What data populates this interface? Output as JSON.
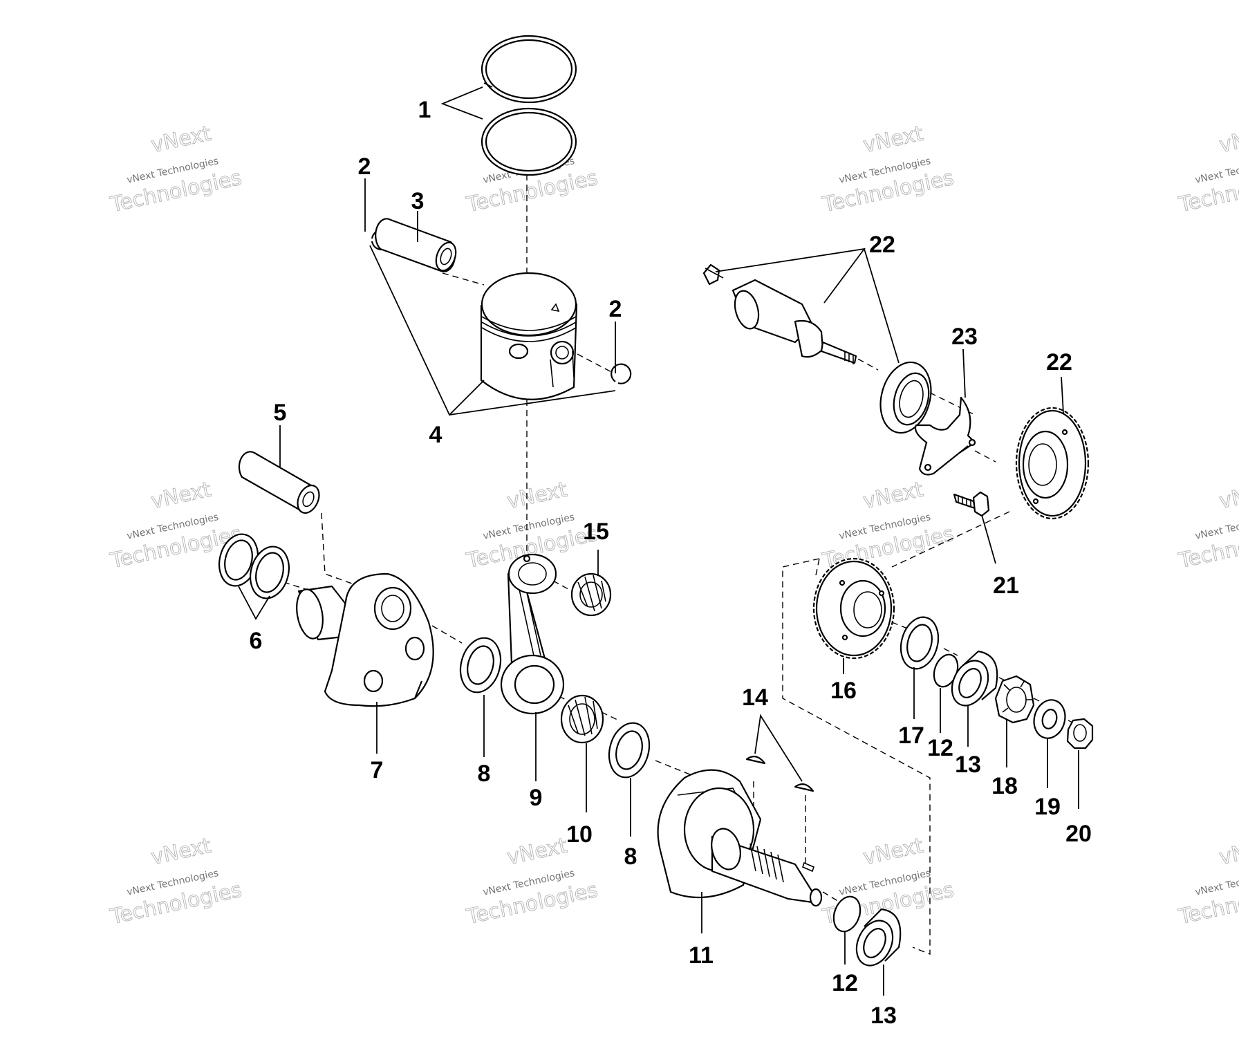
{
  "callouts": {
    "c1": "1",
    "c2a": "2",
    "c2b": "2",
    "c3": "3",
    "c4": "4",
    "c5": "5",
    "c6": "6",
    "c7": "7",
    "c8a": "8",
    "c8b": "8",
    "c9": "9",
    "c10": "10",
    "c11": "11",
    "c12a": "12",
    "c12b": "12",
    "c13a": "13",
    "c13b": "13",
    "c14": "14",
    "c15": "15",
    "c16": "16",
    "c17": "17",
    "c18": "18",
    "c19": "19",
    "c20": "20",
    "c21": "21",
    "c22a": "22",
    "c22b": "22",
    "c23": "23"
  },
  "watermark": {
    "brand": "vNext",
    "line": "vNext Technologies",
    "big": "Technologies"
  },
  "colors": {
    "ink": "#000000",
    "paper": "#ffffff",
    "watermark": "#9a9a9a"
  }
}
